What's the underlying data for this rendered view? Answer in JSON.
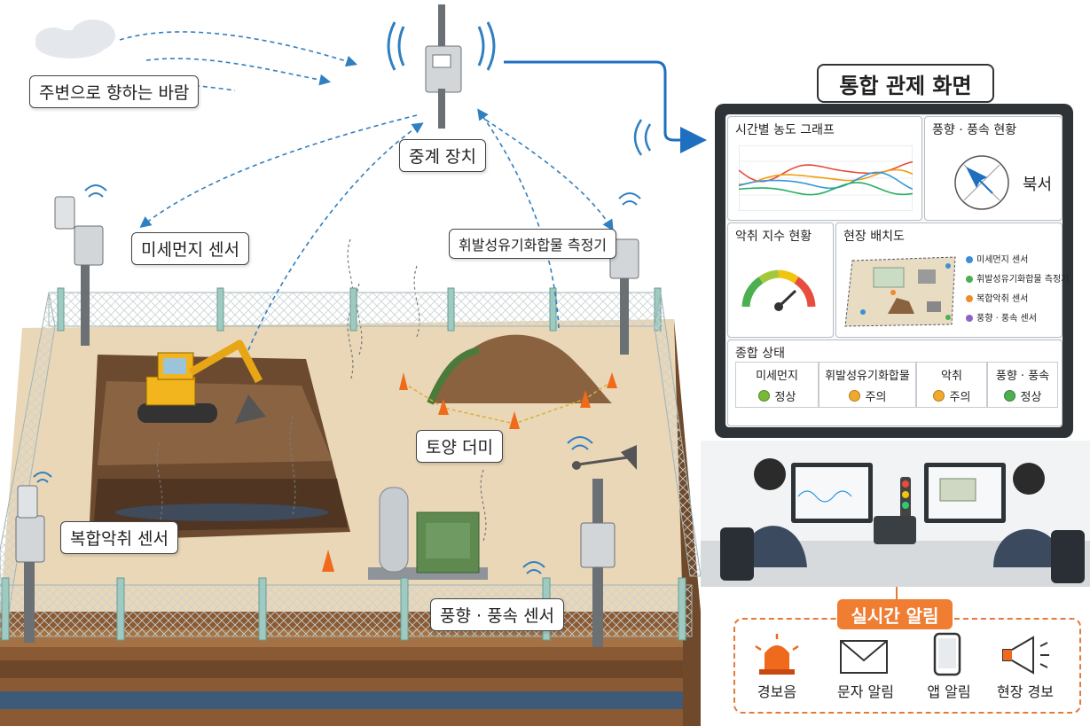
{
  "labels": {
    "wind_direction": "주변으로 향하는 바람",
    "relay": "중계 장치",
    "dust_sensor": "미세먼지 센서",
    "voc_meter": "휘발성유기화합물 측정기",
    "soil_pile": "토양 더미",
    "odor_sensor": "복합악취 센서",
    "wind_sensor": "풍향 · 풍속 센서"
  },
  "control": {
    "title": "통합 관제 화면",
    "graph_title": "시간별 농도 그래프",
    "wind_title": "풍향 · 풍속 현황",
    "wind_value": "북서",
    "odor_title": "악취 지수 현황",
    "layout_title": "현장 배치도",
    "legend": [
      {
        "label": "미세먼지 센서",
        "color": "#3b8fd6"
      },
      {
        "label": "휘발성유기화합물 측정기",
        "color": "#4caf50"
      },
      {
        "label": "복합악취 센서",
        "color": "#f08a2c"
      },
      {
        "label": "풍향 · 풍속 센서",
        "color": "#8e63c8"
      }
    ],
    "status_title": "종합 상태",
    "status": [
      {
        "name": "미세먼지",
        "value": "정상",
        "color": "#7ab83a"
      },
      {
        "name": "휘발성유기화합물",
        "value": "주의",
        "color": "#f0a92a"
      },
      {
        "name": "악취",
        "value": "주의",
        "color": "#f0a92a"
      },
      {
        "name": "풍향 · 풍속",
        "value": "정상",
        "color": "#4caf50"
      }
    ]
  },
  "alerts": {
    "title": "실시간 알림",
    "items": [
      {
        "label": "경보음",
        "icon": "siren-icon"
      },
      {
        "label": "문자 알림",
        "icon": "envelope-icon"
      },
      {
        "label": "앱 알림",
        "icon": "smartphone-icon"
      },
      {
        "label": "현장 경보",
        "icon": "megaphone-icon"
      }
    ]
  },
  "chart_series_colors": [
    "#e74c3c",
    "#f39c12",
    "#3498db",
    "#27ae60"
  ]
}
